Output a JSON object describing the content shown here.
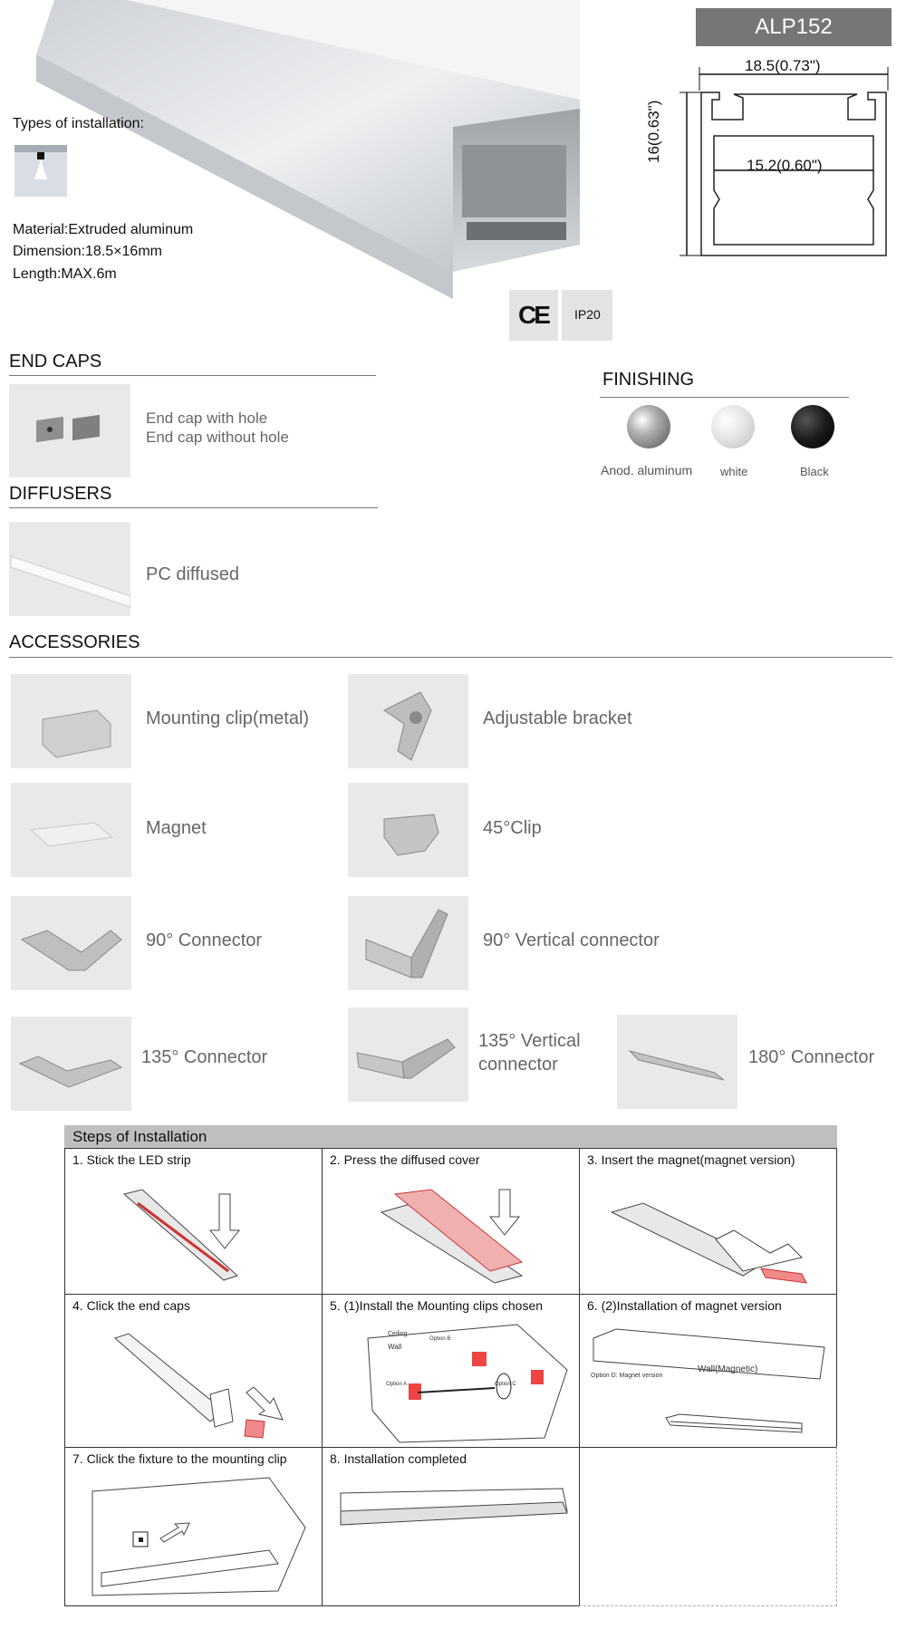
{
  "product": {
    "model": "ALP152",
    "installation_title": "Types of installation:",
    "material": "Material:Extruded aluminum",
    "dimension": "Dimension:18.5×16mm",
    "length": "Length:MAX.6m",
    "width_label": "18.5(0.73\")",
    "inner_width_label": "15.2(0.60\")",
    "height_label": "16(0.63\")",
    "ce_label": "CE",
    "ip_label": "IP20"
  },
  "end_caps": {
    "title": "END CAPS",
    "line1": "End cap with hole",
    "line2": "End cap without hole"
  },
  "diffusers": {
    "title": "DIFFUSERS",
    "item": "PC diffused"
  },
  "finishing": {
    "title": "FINISHING",
    "options": [
      {
        "label": "Anod. aluminum",
        "color": "#8a8a8a"
      },
      {
        "label": "white",
        "color": "#d8d8d8"
      },
      {
        "label": "Black",
        "color": "#1a1a1a"
      }
    ]
  },
  "accessories": {
    "title": "ACCESSORIES",
    "items": [
      {
        "label": "Mounting clip(metal)"
      },
      {
        "label": "Adjustable bracket"
      },
      {
        "label": "Magnet"
      },
      {
        "label": "45°Clip"
      },
      {
        "label": "90° Connector"
      },
      {
        "label": "90° Vertical connector"
      },
      {
        "label": "135° Connector"
      },
      {
        "label": "135° Vertical connector"
      },
      {
        "label": "180° Connector"
      }
    ]
  },
  "steps": {
    "title": "Steps of Installation",
    "items": [
      {
        "label": "1. Stick the LED strip"
      },
      {
        "label": "2. Press the diffused cover"
      },
      {
        "label": "3. Insert the magnet(magnet version)"
      },
      {
        "label": "4. Click the end caps"
      },
      {
        "label": "5. (1)Install the Mounting clips chosen"
      },
      {
        "label": "6. (2)Installation of magnet version"
      },
      {
        "label": "7. Click the fixture to the mounting clip"
      },
      {
        "label": "8. Installation completed"
      }
    ],
    "diagram_text": {
      "ceiling": "Ceiling",
      "wall": "Wall",
      "option_a": "Option A",
      "option_b": "Option B",
      "option_c": "Option C",
      "wall_magnetic": "Wall(Magnetic)",
      "option_d": "Option D: Magnet version"
    }
  }
}
